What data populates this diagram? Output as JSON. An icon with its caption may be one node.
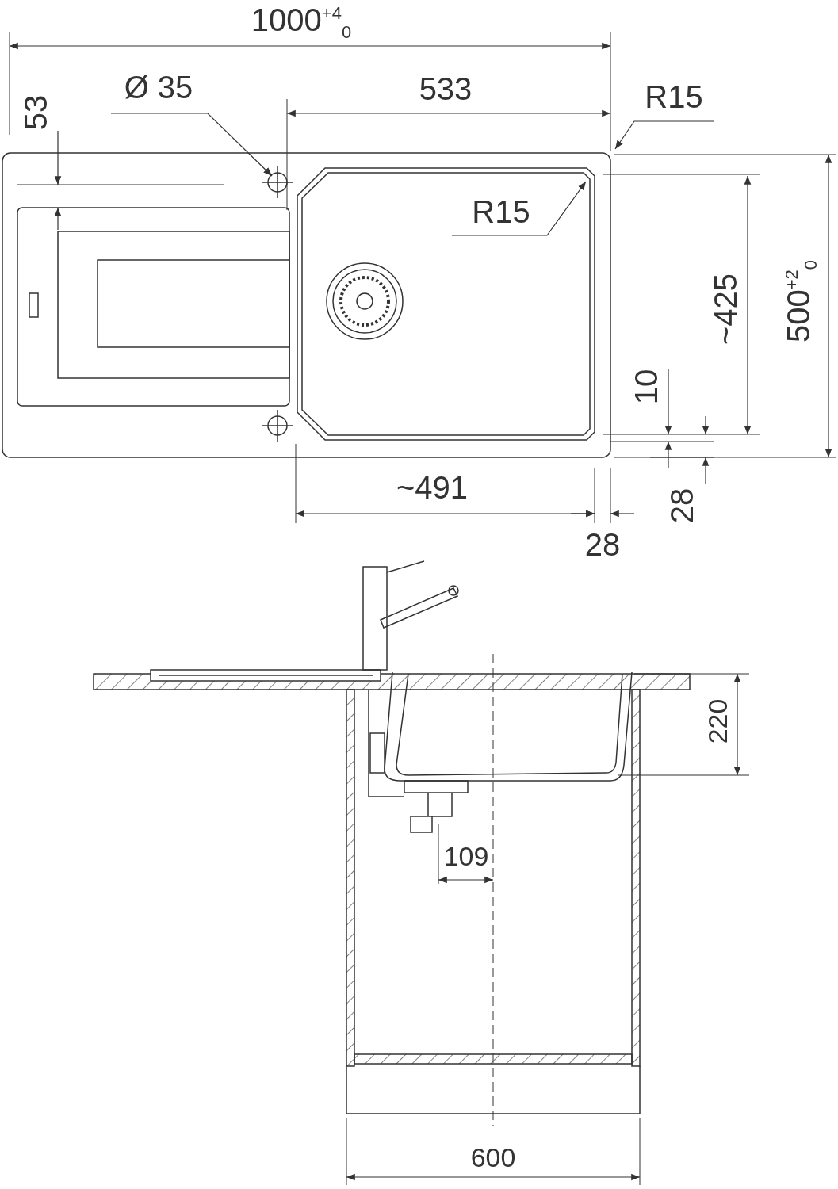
{
  "diagram": {
    "nodes": [
      {
        "text": [
          "Ø 35"
        ]
      },
      {
        "text": [
          "R15"
        ]
      },
      {
        "text": [
          "R15"
        ]
      }
    ],
    "edges": [
      {
        "from": 0,
        "to": null,
        "arrow": "to"
      },
      {
        "from": 1,
        "to": null,
        "arrow": "to"
      },
      {
        "from": 2,
        "to": null,
        "arrow": "to"
      }
    ],
    "labels": [
      "1000$^{+4}$$_{0}$",
      "53",
      "533",
      "~425",
      "500$^{+2}$$_{0}$",
      "10",
      "~491",
      "28",
      "28",
      "220",
      "109",
      "600"
    ]
  }
}
